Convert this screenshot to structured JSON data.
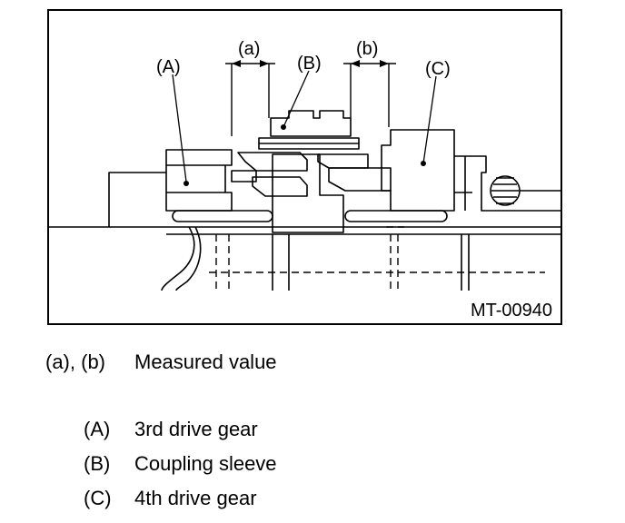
{
  "figure": {
    "code": "MT-00940",
    "callouts": {
      "a": "(a)",
      "b": "(b)",
      "A": "(A)",
      "B": "(B)",
      "C": "(C)"
    }
  },
  "legend": {
    "measure": {
      "key": "(a), (b)",
      "desc": "Measured value"
    },
    "items": [
      {
        "key": "(A)",
        "desc": "3rd drive gear"
      },
      {
        "key": "(B)",
        "desc": "Coupling sleeve"
      },
      {
        "key": "(C)",
        "desc": "4th drive gear"
      }
    ]
  }
}
